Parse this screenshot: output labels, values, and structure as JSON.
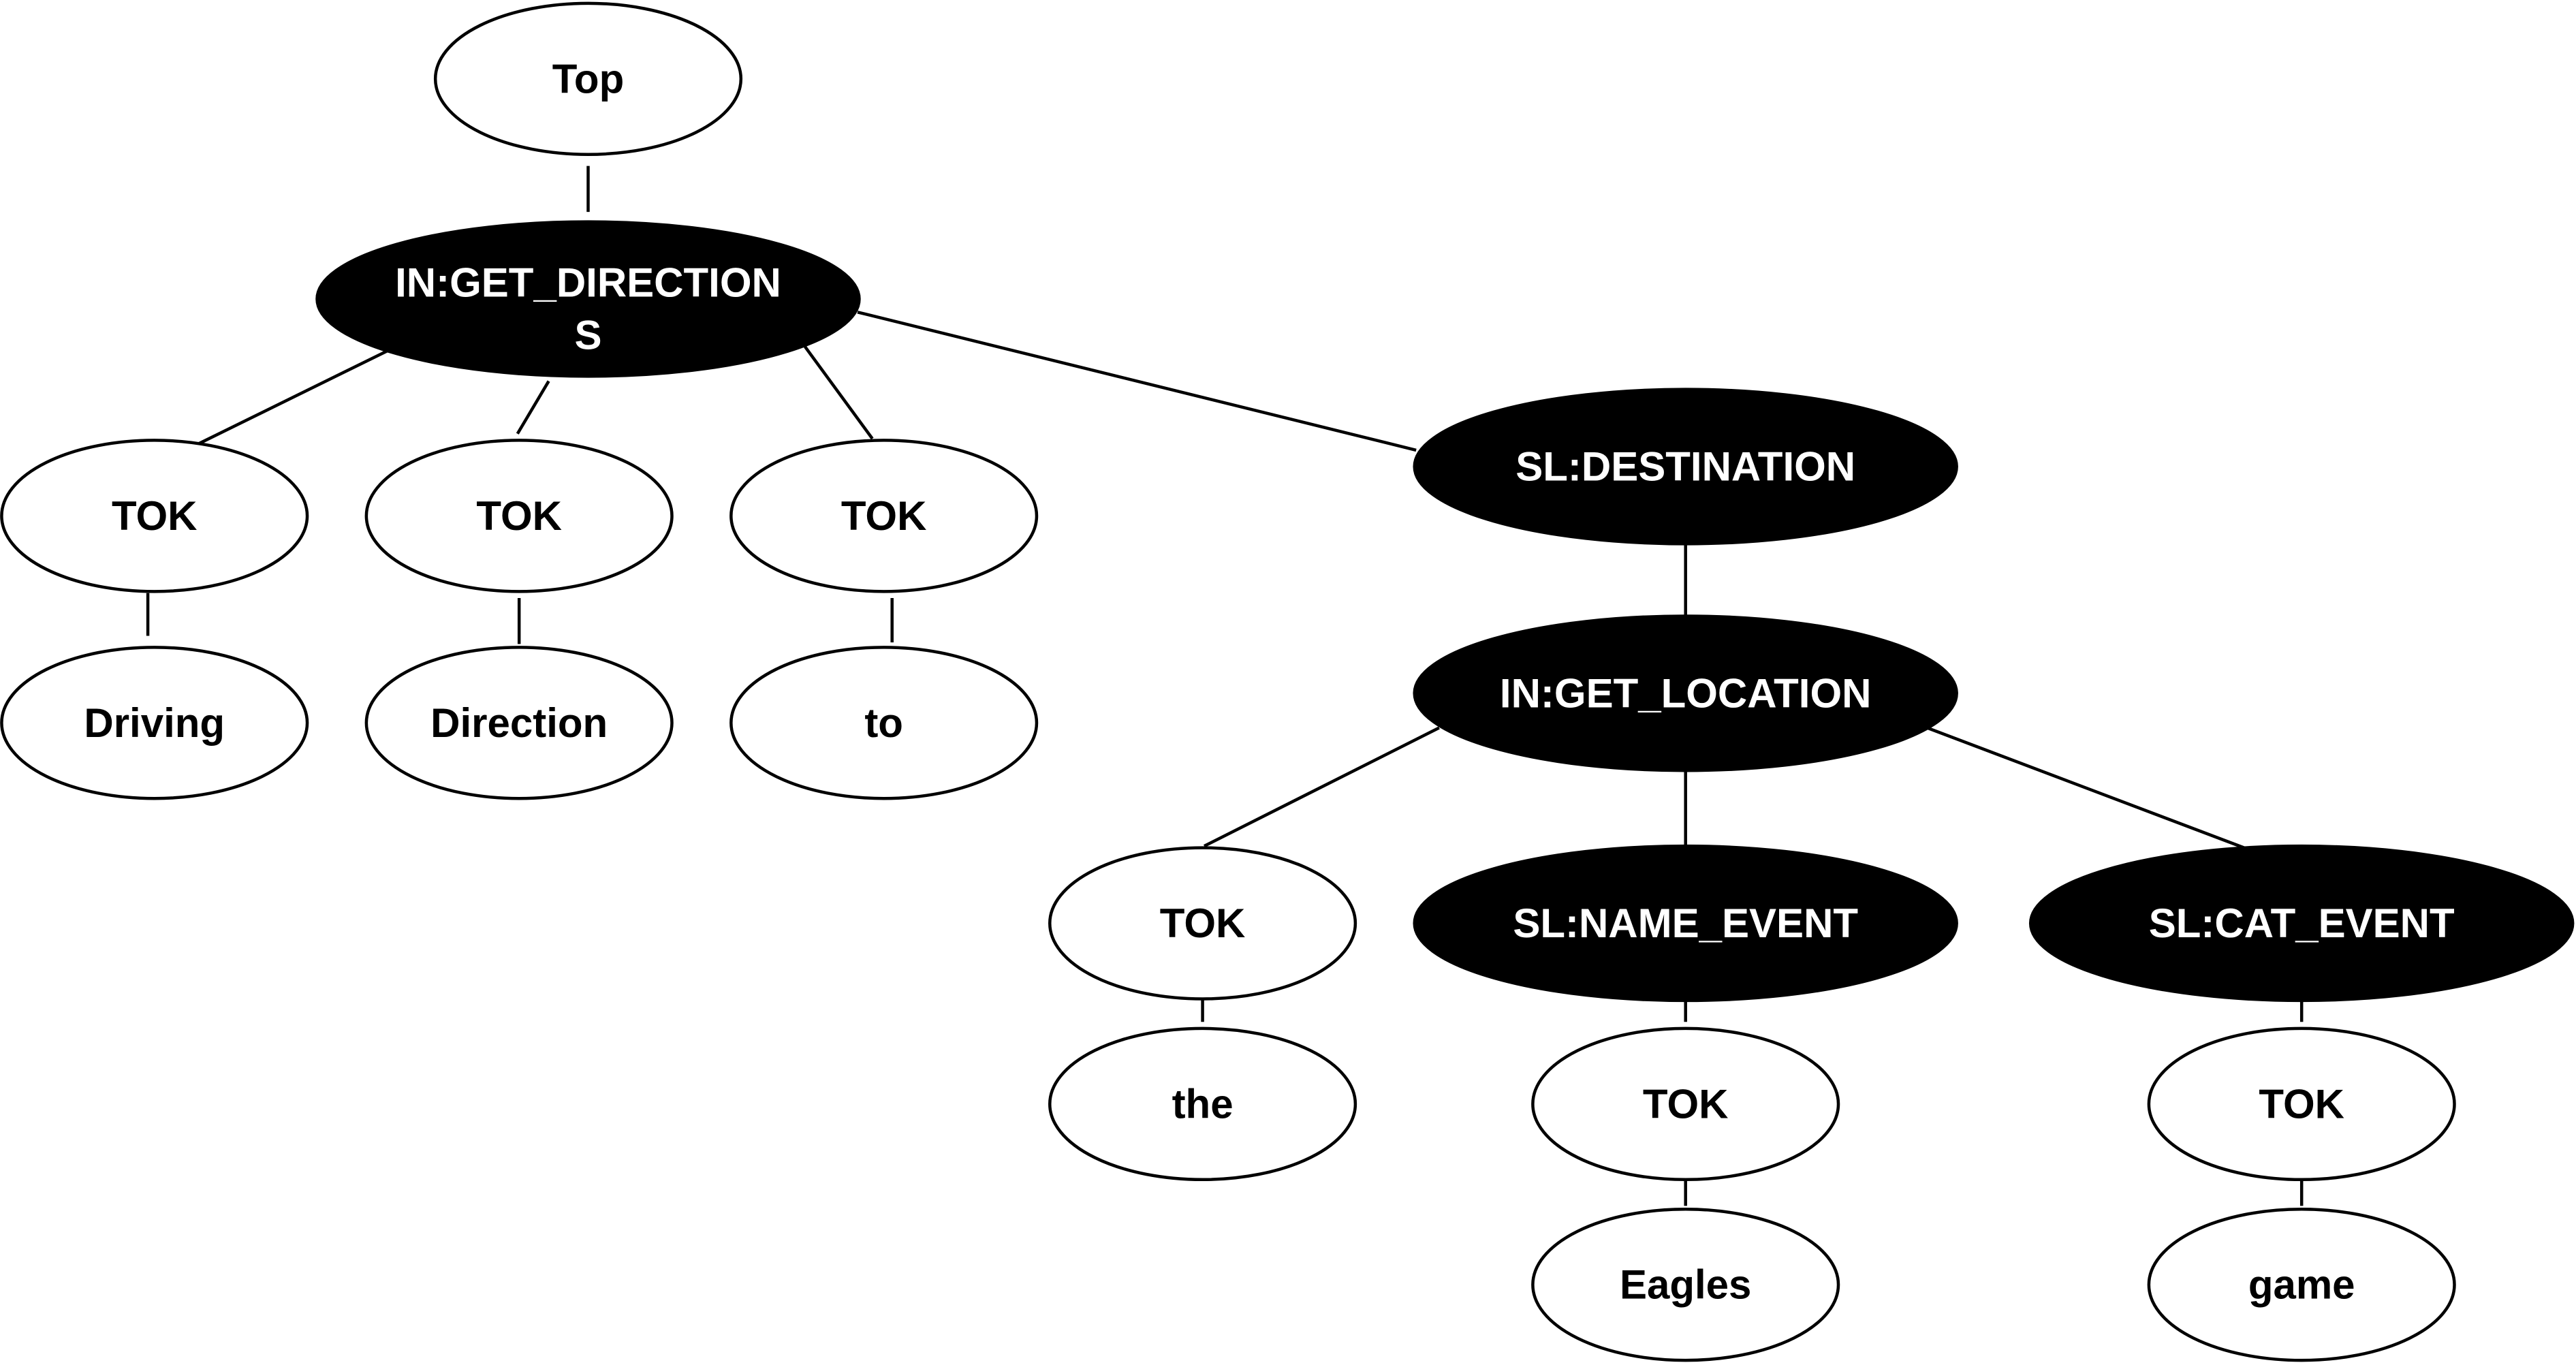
{
  "colors": {
    "background": "#ffffff",
    "stroke": "#000000",
    "filled_node": "#000000",
    "filled_text": "#ffffff",
    "outline_node": "#ffffff",
    "outline_text": "#000000"
  },
  "nodes": [
    {
      "id": "top",
      "label": "Top",
      "style": "outline"
    },
    {
      "id": "get-directions",
      "label": "IN:GET_DIRECTION",
      "label_line2": "S",
      "style": "filled"
    },
    {
      "id": "tok-1",
      "label": "TOK",
      "style": "outline"
    },
    {
      "id": "tok-2",
      "label": "TOK",
      "style": "outline"
    },
    {
      "id": "tok-3",
      "label": "TOK",
      "style": "outline"
    },
    {
      "id": "destination",
      "label": "SL:DESTINATION",
      "style": "filled"
    },
    {
      "id": "word-driving",
      "label": "Driving",
      "style": "outline"
    },
    {
      "id": "word-direction",
      "label": "Direction",
      "style": "outline"
    },
    {
      "id": "word-to",
      "label": "to",
      "style": "outline"
    },
    {
      "id": "get-location",
      "label": "IN:GET_LOCATION",
      "style": "filled"
    },
    {
      "id": "tok-4",
      "label": "TOK",
      "style": "outline"
    },
    {
      "id": "name-event",
      "label": "SL:NAME_EVENT",
      "style": "filled"
    },
    {
      "id": "cat-event",
      "label": "SL:CAT_EVENT",
      "style": "filled"
    },
    {
      "id": "word-the",
      "label": "the",
      "style": "outline"
    },
    {
      "id": "tok-5",
      "label": "TOK",
      "style": "outline"
    },
    {
      "id": "tok-6",
      "label": "TOK",
      "style": "outline"
    },
    {
      "id": "word-eagles",
      "label": "Eagles",
      "style": "outline"
    },
    {
      "id": "word-game",
      "label": "game",
      "style": "outline"
    }
  ],
  "edges": [
    [
      "top",
      "get-directions"
    ],
    [
      "get-directions",
      "tok-1"
    ],
    [
      "get-directions",
      "tok-2"
    ],
    [
      "get-directions",
      "tok-3"
    ],
    [
      "get-directions",
      "destination"
    ],
    [
      "tok-1",
      "word-driving"
    ],
    [
      "tok-2",
      "word-direction"
    ],
    [
      "tok-3",
      "word-to"
    ],
    [
      "destination",
      "get-location"
    ],
    [
      "get-location",
      "tok-4"
    ],
    [
      "get-location",
      "name-event"
    ],
    [
      "get-location",
      "cat-event"
    ],
    [
      "tok-4",
      "word-the"
    ],
    [
      "name-event",
      "tok-5"
    ],
    [
      "cat-event",
      "tok-6"
    ],
    [
      "tok-5",
      "word-eagles"
    ],
    [
      "tok-6",
      "word-game"
    ]
  ]
}
